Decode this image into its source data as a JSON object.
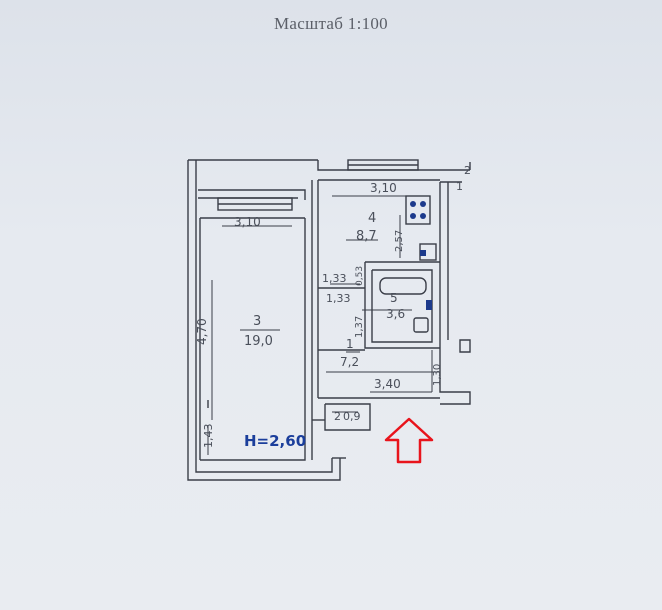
{
  "header": {
    "scale_label": "Масштаб 1:100"
  },
  "rooms": [
    {
      "number": "3",
      "area": "19,0"
    },
    {
      "number": "4",
      "area": "8,7"
    },
    {
      "number": "5",
      "area": "3,6"
    },
    {
      "number": "1",
      "area": "7,2"
    },
    {
      "number": "2",
      "area": "0,9"
    }
  ],
  "dimensions": {
    "room3_width": "3,10",
    "room3_length": "4,70",
    "room3_bottom": "1,43",
    "room4_width": "3,10",
    "room4_depth": "2,57",
    "dim_133_a": "1,33",
    "dim_133_b": "1,33",
    "dim_053": "0,53",
    "dim_137": "1,37",
    "hall_width": "3,40",
    "hall_side": "1,30"
  },
  "markers": {
    "axis_2": "2",
    "axis_1": "1"
  },
  "ceiling_height": "H=2,60",
  "entrance": {
    "arrow_color": "#e8141c",
    "icon": "entrance-arrow-icon"
  }
}
